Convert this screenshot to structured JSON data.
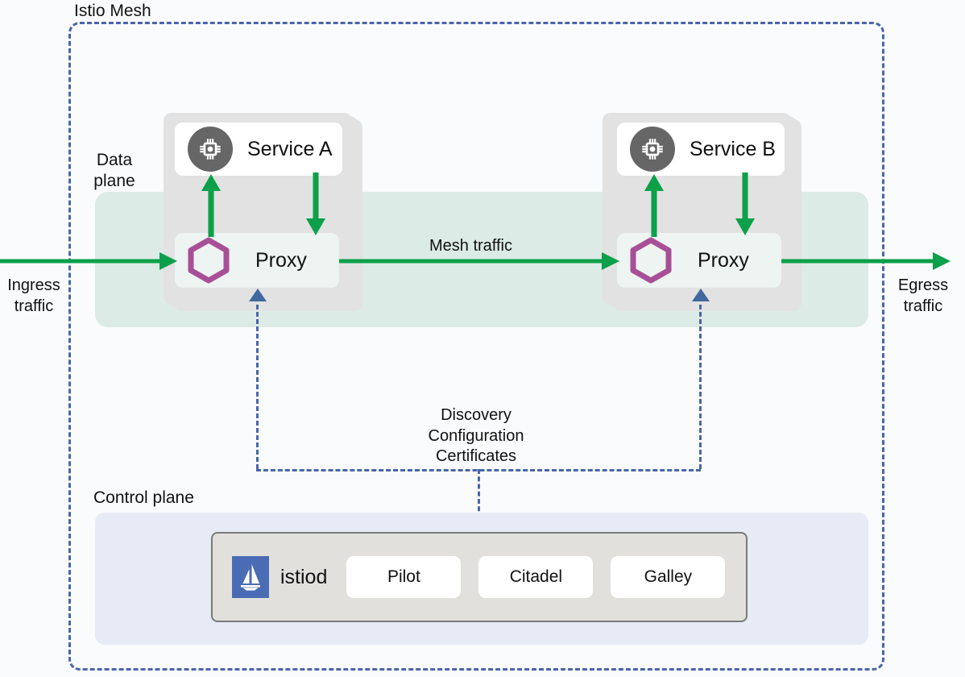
{
  "diagram": {
    "title": "Istio Mesh",
    "planes": {
      "data_plane_label": "Data\nplane",
      "data_plane_line1": "Data",
      "data_plane_line2": "plane",
      "control_plane_label": "Control plane"
    },
    "traffic": {
      "ingress_line1": "Ingress",
      "ingress_line2": "traffic",
      "egress_line1": "Egress",
      "egress_line2": "traffic",
      "mesh_traffic": "Mesh traffic"
    },
    "config_channel": {
      "line1": "Discovery",
      "line2": "Configuration",
      "line3": "Certificates"
    },
    "pods": [
      {
        "service_name": "Service A",
        "service_icon": "chip-icon",
        "proxy_name": "Proxy",
        "proxy_icon": "hexagon-icon"
      },
      {
        "service_name": "Service B",
        "service_icon": "chip-icon",
        "proxy_name": "Proxy",
        "proxy_icon": "hexagon-icon"
      }
    ],
    "control_plane": {
      "istiod_label": "istiod",
      "istiod_icon": "istio-sailboat-logo",
      "components": [
        {
          "label": "Pilot"
        },
        {
          "label": "Citadel"
        },
        {
          "label": "Galley"
        }
      ]
    },
    "colors": {
      "mesh_boundary": "#4a66a8",
      "traffic_arrow": "#0ba049",
      "data_plane_band": "#dcebe5",
      "control_plane_panel": "#e7ebf6",
      "pod_fill": "#e2e2e2",
      "proxy_hexagon": "#a84f97",
      "service_badge": "#666666",
      "istiod_logo_bg": "#4a6cb5",
      "istiod_box_fill": "#e2e0dd",
      "config_line": "#4a66a8"
    }
  }
}
